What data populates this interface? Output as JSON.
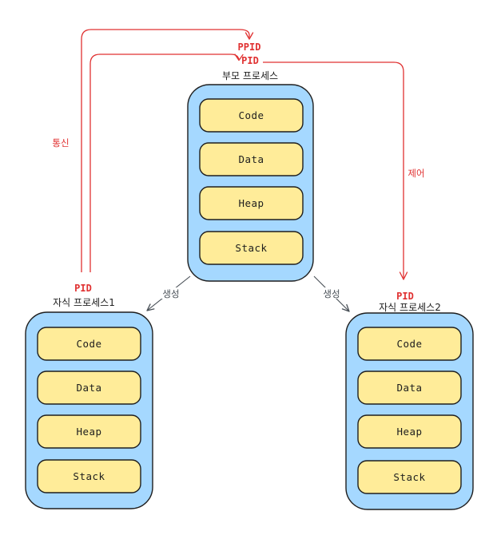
{
  "colors": {
    "canvas": "#ffffff",
    "container_fill": "#a5d8ff",
    "segment_fill": "#ffec99",
    "outline": "#1e1e1e",
    "red": "#e03131",
    "gray_arrow": "#495057"
  },
  "arrows": {
    "ppid_label": "PPID",
    "pid_label": "PID",
    "comm_label": "통신",
    "control_label": "제어",
    "spawn_left_label": "생성",
    "spawn_right_label": "생성"
  },
  "processes": {
    "parent": {
      "title": "부모 프로세스",
      "segments": [
        "Code",
        "Data",
        "Heap",
        "Stack"
      ]
    },
    "child1": {
      "pid_label": "PID",
      "title": "자식 프로세스1",
      "segments": [
        "Code",
        "Data",
        "Heap",
        "Stack"
      ]
    },
    "child2": {
      "pid_label": "PID",
      "title": "자식 프로세스2",
      "segments": [
        "Code",
        "Data",
        "Heap",
        "Stack"
      ]
    }
  }
}
